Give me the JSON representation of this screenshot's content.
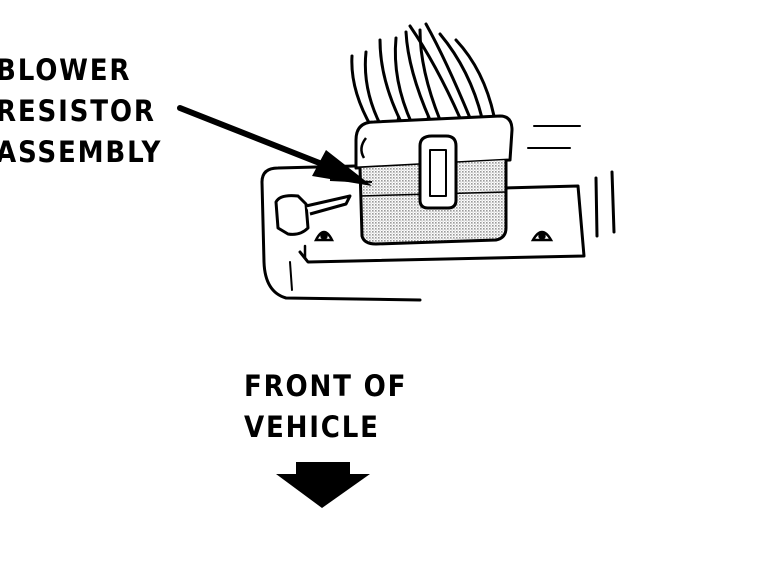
{
  "labels": {
    "component": [
      "BLOWER",
      "RESISTOR",
      "ASSEMBLY"
    ],
    "direction": [
      "FRONT OF",
      "VEHICLE"
    ]
  },
  "colors": {
    "ink": "#000000",
    "background": "#ffffff",
    "stipple": "#b8b8b8"
  },
  "icons": {
    "direction_arrow": "down-arrow-icon",
    "pointer_arrow": "pointer-arrow-icon"
  }
}
